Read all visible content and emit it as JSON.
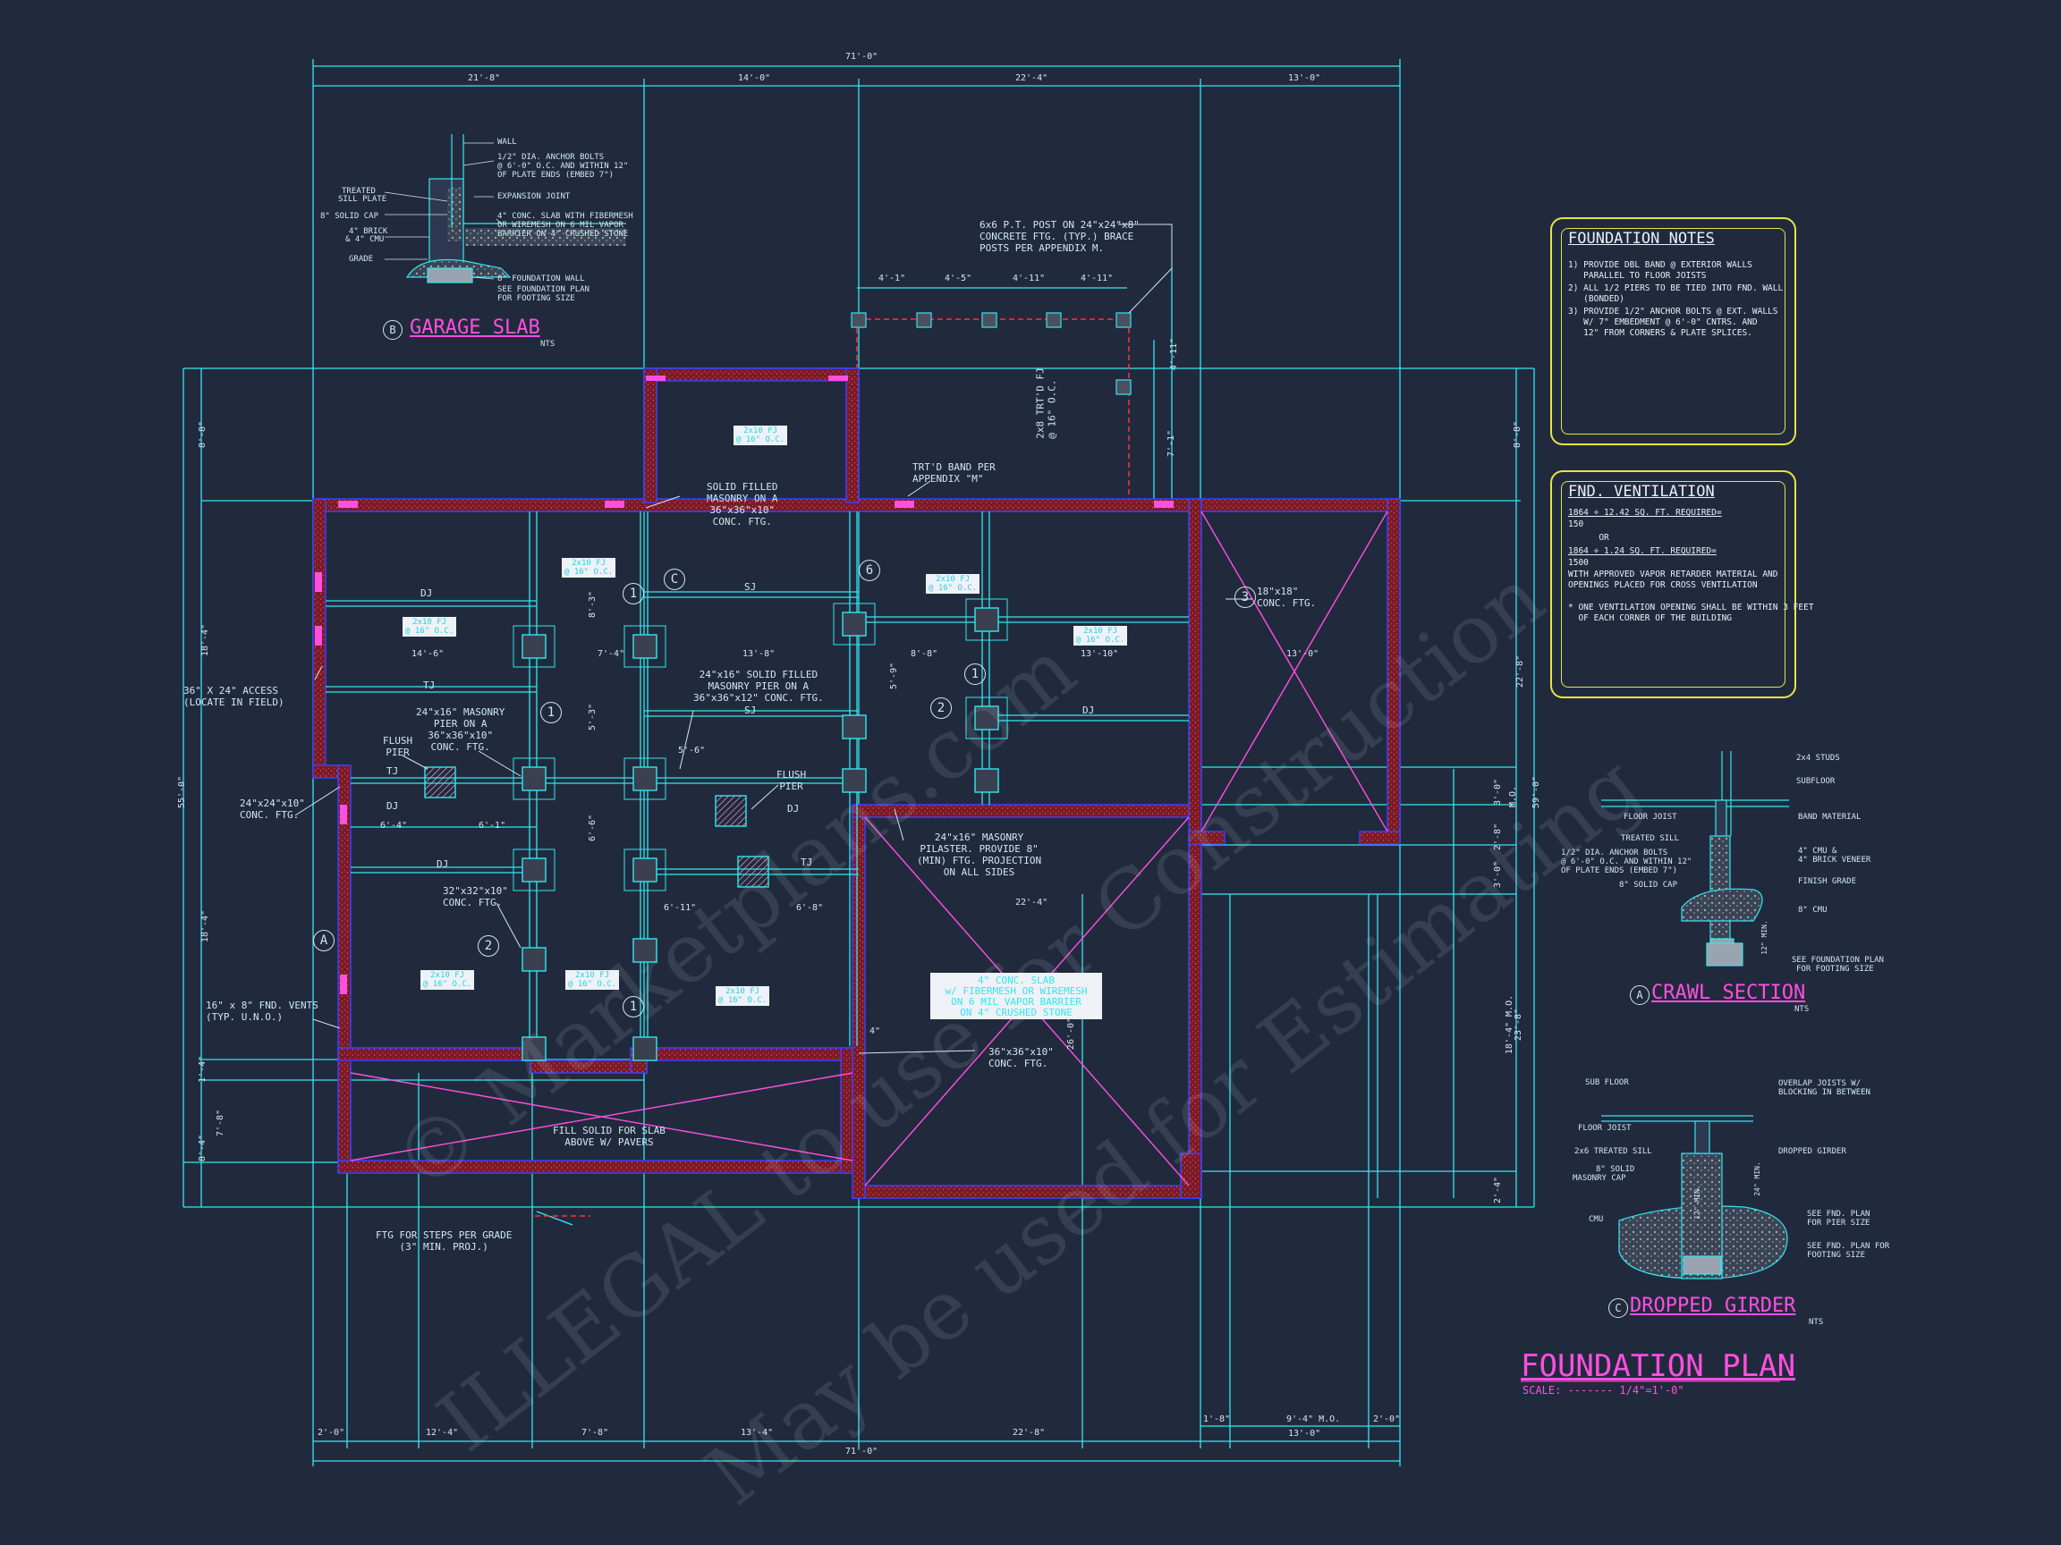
{
  "drawing": {
    "title": "FOUNDATION PLAN",
    "scale": "SCALE: ------- 1/4\"=1'-0\"",
    "watermark": [
      "ILLEGAL to use for Construction",
      "May be used for Estimating",
      "© Marketplans.com"
    ],
    "colors": {
      "background": "#212a3d",
      "lines": "#33e6f0",
      "walls": "#8a1e2a",
      "accent": "#ff4fe0",
      "notes": "#e6e640"
    }
  },
  "top_dims": [
    "71'-0\"",
    "21'-8\"",
    "14'-0\"",
    "22'-4\"",
    "13'-0\""
  ],
  "bottom_dims": [
    "71'-0\"",
    "2'-0\"",
    "12'-4\"",
    "7'-8\"",
    "13'-4\"",
    "22'-8\"",
    "1'-8\"",
    "9'-4\" M.O.",
    "2'-0\"",
    "13'-0\""
  ],
  "left_dims": [
    "8'-8\"",
    "18'-4\"",
    "55'-0\"",
    "18'-4\"",
    "1'-4\"",
    "7'-8\"",
    "8'-4\""
  ],
  "right_dims": [
    "8'-8\"",
    "22'-8\"",
    "59'-0\"",
    "3'-0\"",
    "2'-8\"",
    "3'-0\"",
    "M.O.",
    "18'-4\" M.O.",
    "23'-8\"",
    "2'-4\""
  ],
  "porch_dims": [
    "4'-1\"",
    "4'-5\"",
    "4'-11\"",
    "4'-11\"",
    "4'-11\"",
    "7'-1\""
  ],
  "notes_foundation": {
    "title": "FOUNDATION NOTES",
    "lines": [
      "1) PROVIDE DBL BAND @ EXTERIOR WALLS",
      "   PARALLEL TO FLOOR JOISTS",
      "2) ALL 1/2 PIERS TO BE TIED INTO FND. WALL",
      "   (BONDED)",
      "3) PROVIDE 1/2\" ANCHOR BOLTS @ EXT. WALLS",
      "   W/ 7\" EMBEDMENT @ 6'-0\" CNTRS. AND",
      "   12\" FROM CORNERS & PLATE SPLICES."
    ]
  },
  "notes_ventilation": {
    "title": "FND. VENTILATION",
    "lines": [
      "1864 ÷ 12.42 SQ. FT. REQUIRED=",
      "150",
      "      OR",
      "1864 ÷ 1.24 SQ. FT. REQUIRED=",
      "1500",
      "WITH APPROVED VAPOR RETARDER MATERIAL AND",
      "OPENINGS PLACED FOR CROSS VENTILATION",
      "",
      "* ONE VENTILATION OPENING SHALL BE WITHIN 3 FEET",
      "  OF EACH CORNER OF THE BUILDING"
    ]
  },
  "detail_garage": {
    "letter": "B",
    "title": "GARAGE SLAB",
    "nts": "NTS",
    "labels": [
      "WALL",
      "1/2\" DIA. ANCHOR BOLTS",
      "@ 6'-0\" O.C. AND WITHIN 12\"",
      "OF PLATE ENDS (EMBED 7\")",
      "TREATED",
      "SILL PLATE",
      "EXPANSION JOINT",
      "8\" SOLID CAP",
      "4\" CONC. SLAB WITH FIBERMESH",
      "OR WIREMESH ON 6 MIL VAPOR",
      "BARRIER ON 4\" CRUSHED STONE",
      "4\" BRICK",
      "& 4\" CMU",
      "GRADE",
      "8\" FOUNDATION WALL",
      "SEE FOUNDATION PLAN",
      "FOR FOOTING SIZE"
    ]
  },
  "detail_crawl": {
    "letter": "A",
    "title": "CRAWL SECTION",
    "nts": "NTS",
    "labels": [
      "2x4 STUDS",
      "SUBFLOOR",
      "FLOOR JOIST",
      "BAND MATERIAL",
      "TREATED SILL",
      "1/2\" DIA. ANCHOR BOLTS",
      "@ 6'-0\" O.C. AND WITHIN 12\"",
      "OF PLATE ENDS (EMBED 7\")",
      "4\" CMU &",
      "4\" BRICK VENEER",
      "8\" SOLID CAP",
      "FINISH GRADE",
      "8\" CMU",
      "12\" MIN.",
      "SEE FOUNDATION PLAN",
      "FOR FOOTING SIZE"
    ]
  },
  "detail_girder": {
    "letter": "C",
    "title": "DROPPED GIRDER",
    "nts": "NTS",
    "labels": [
      "SUB FLOOR",
      "OVERLAP JOISTS W/",
      "BLOCKING IN BETWEEN",
      "FLOOR JOIST",
      "2x6 TREATED SILL",
      "DROPPED GIRDER",
      "8\" SOLID",
      "MASONRY CAP",
      "CMU",
      "12\" MIN.",
      "24\" MIN.",
      "SEE FND. PLAN",
      "FOR PIER SIZE",
      "SEE FND. PLAN FOR",
      "FOOTING SIZE"
    ]
  },
  "plan_labels": {
    "post_note": "6x6 P.T. POST ON 24\"x24\"x8\"\nCONCRETE FTG. (TYP.) BRACE\nPOSTS PER APPENDIX M.",
    "band_note": "TRT'D BAND PER\nAPPENDIX \"M\"",
    "solid_masonry": "SOLID FILLED\nMASONRY ON A\n36\"x36\"x10\"\nCONC. FTG.",
    "solid_masonry_pier": "24\"x16\" SOLID FILLED\nMASONRY PIER ON A\n36\"x36\"x12\" CONC. FTG.",
    "masonry_pier": "24\"x16\" MASONRY\nPIER ON A\n36\"x36\"x10\"\nCONC. FTG.",
    "flush_pier_l": "FLUSH\nPIER",
    "flush_pier_r": "FLUSH\nPIER",
    "pilaster": "24\"x16\" MASONRY\nPILASTER. PROVIDE 8\"\n(MIN) FTG. PROJECTION\nON ALL SIDES",
    "access": "36\" X 24\" ACCESS\n(LOCATE IN FIELD)",
    "ftg_24": "24\"x24\"x10\"\nCONC. FTG.",
    "ftg_32": "32\"x32\"x10\"\nCONC. FTG.",
    "ftg_18": "18\"x18\"\nCONC. FTG.",
    "ftg_36": "36\"x36\"x10\"\nCONC. FTG.",
    "vents": "16\" x 8\" FND. VENTS\n(TYP. U.N.O.)",
    "fill_solid": "FILL SOLID FOR SLAB\nABOVE W/ PAVERS",
    "steps": "FTG FOR STEPS PER GRADE\n(3\" MIN. PROJ.)",
    "slab": "4\" CONC. SLAB\nw/ FIBERMESH OR WIREMESH\nON 6 MIL VAPOR BARRIER\nON 4\" CRUSHED STONE",
    "fj_a": "2x10 FJ\n@ 16\" O.C.",
    "fj_b": "2x10 FJ\n@ 16\" O.C.",
    "fj_c": "2x10 FJ\n@ 16\" O.C.",
    "fj_d": "2x10 FJ\n@ 16\" O.C.",
    "fj_e": "2x10 FJ\n@ 16\" O.C.",
    "fj_f": "2x10 FJ\n@ 16\" O.C.",
    "fj_g": "2x10 FJ\n@ 16\" O.C.",
    "fj_h": "2x10 FJ\n@ 16\" O.C.",
    "trtd_fj": "2x8 TRT'D FJ\n@ 16\" O.C.",
    "dj": "DJ",
    "tj": "TJ",
    "sj": "SJ",
    "d_14_6": "14'-6\"",
    "d_13_8": "13'-8\"",
    "d_8_8": "8'-8\"",
    "d_13_10": "13'-10\"",
    "d_13_0": "13'-0\"",
    "d_7_4": "7'-4\"",
    "d_6_4": "6'-4\"",
    "d_6_1": "6'-1\"",
    "d_5_6": "5'-6\"",
    "d_6_8": "6'-8\"",
    "d_6_11": "6'-11\"",
    "d_22_4": "22'-4\"",
    "d_26_0": "26'-0\"",
    "d_4": "4\"",
    "d_8_3": "8'-3\"",
    "d_5_3": "5'-3\"",
    "d_5_9": "5'-9\"",
    "d_6_6": "6'-6\""
  }
}
